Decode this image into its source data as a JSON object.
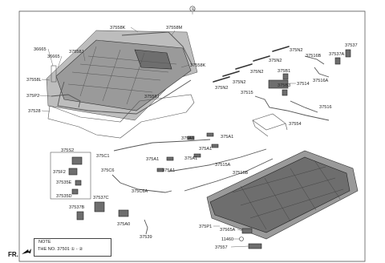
{
  "assembly_ref": "①",
  "labels": {
    "l37558K_a": "37558K",
    "l37558M": "37558M",
    "l36665_a": "36665",
    "l36665_b": "36665",
    "l37558J": "37558J",
    "l37558L": "37558L",
    "l37558K_b": "37558K",
    "l375P2": "375P2",
    "l37558J_b": "37558J",
    "l37528": "37528",
    "l375N2_a": "375N2",
    "l375N2_b": "375N2",
    "l375N2_c": "375N2",
    "l375N2_d": "375N2",
    "l375N2_e": "375N2",
    "l37516B": "37516B",
    "l37537": "37537",
    "l37537A": "37537A",
    "l375B1": "375B1",
    "l37516A": "37516A",
    "l375B3": "375B3",
    "l37514": "37514",
    "l37515": "37515",
    "l37516": "37516",
    "l37554": "37554",
    "l375S2": "375S2",
    "l375A1_a": "375A1",
    "l375A1_b": "375A1",
    "l375A1_c": "375A1",
    "l375A1_d": "375A1",
    "l375A1_e": "375A1",
    "l375A1_f": "375A1",
    "l375C1": "375C1",
    "l375F2": "375F2",
    "l37535E": "37535E",
    "l375C6": "375C6",
    "l37515A": "37515A",
    "l37516B_b": "37516B",
    "l37535D": "37535D",
    "l375C6A": "375C6A",
    "l37537C": "37537C",
    "l37537B": "37537B",
    "l375A0": "375A0",
    "l375P1": "375P1",
    "l37565A": "37565A",
    "l37539": "37539",
    "l11460": "11460",
    "l37557": "37557"
  },
  "note": {
    "title": "NOTE",
    "line": "THE NO. 37501 ① - ②"
  },
  "direction": "FR."
}
